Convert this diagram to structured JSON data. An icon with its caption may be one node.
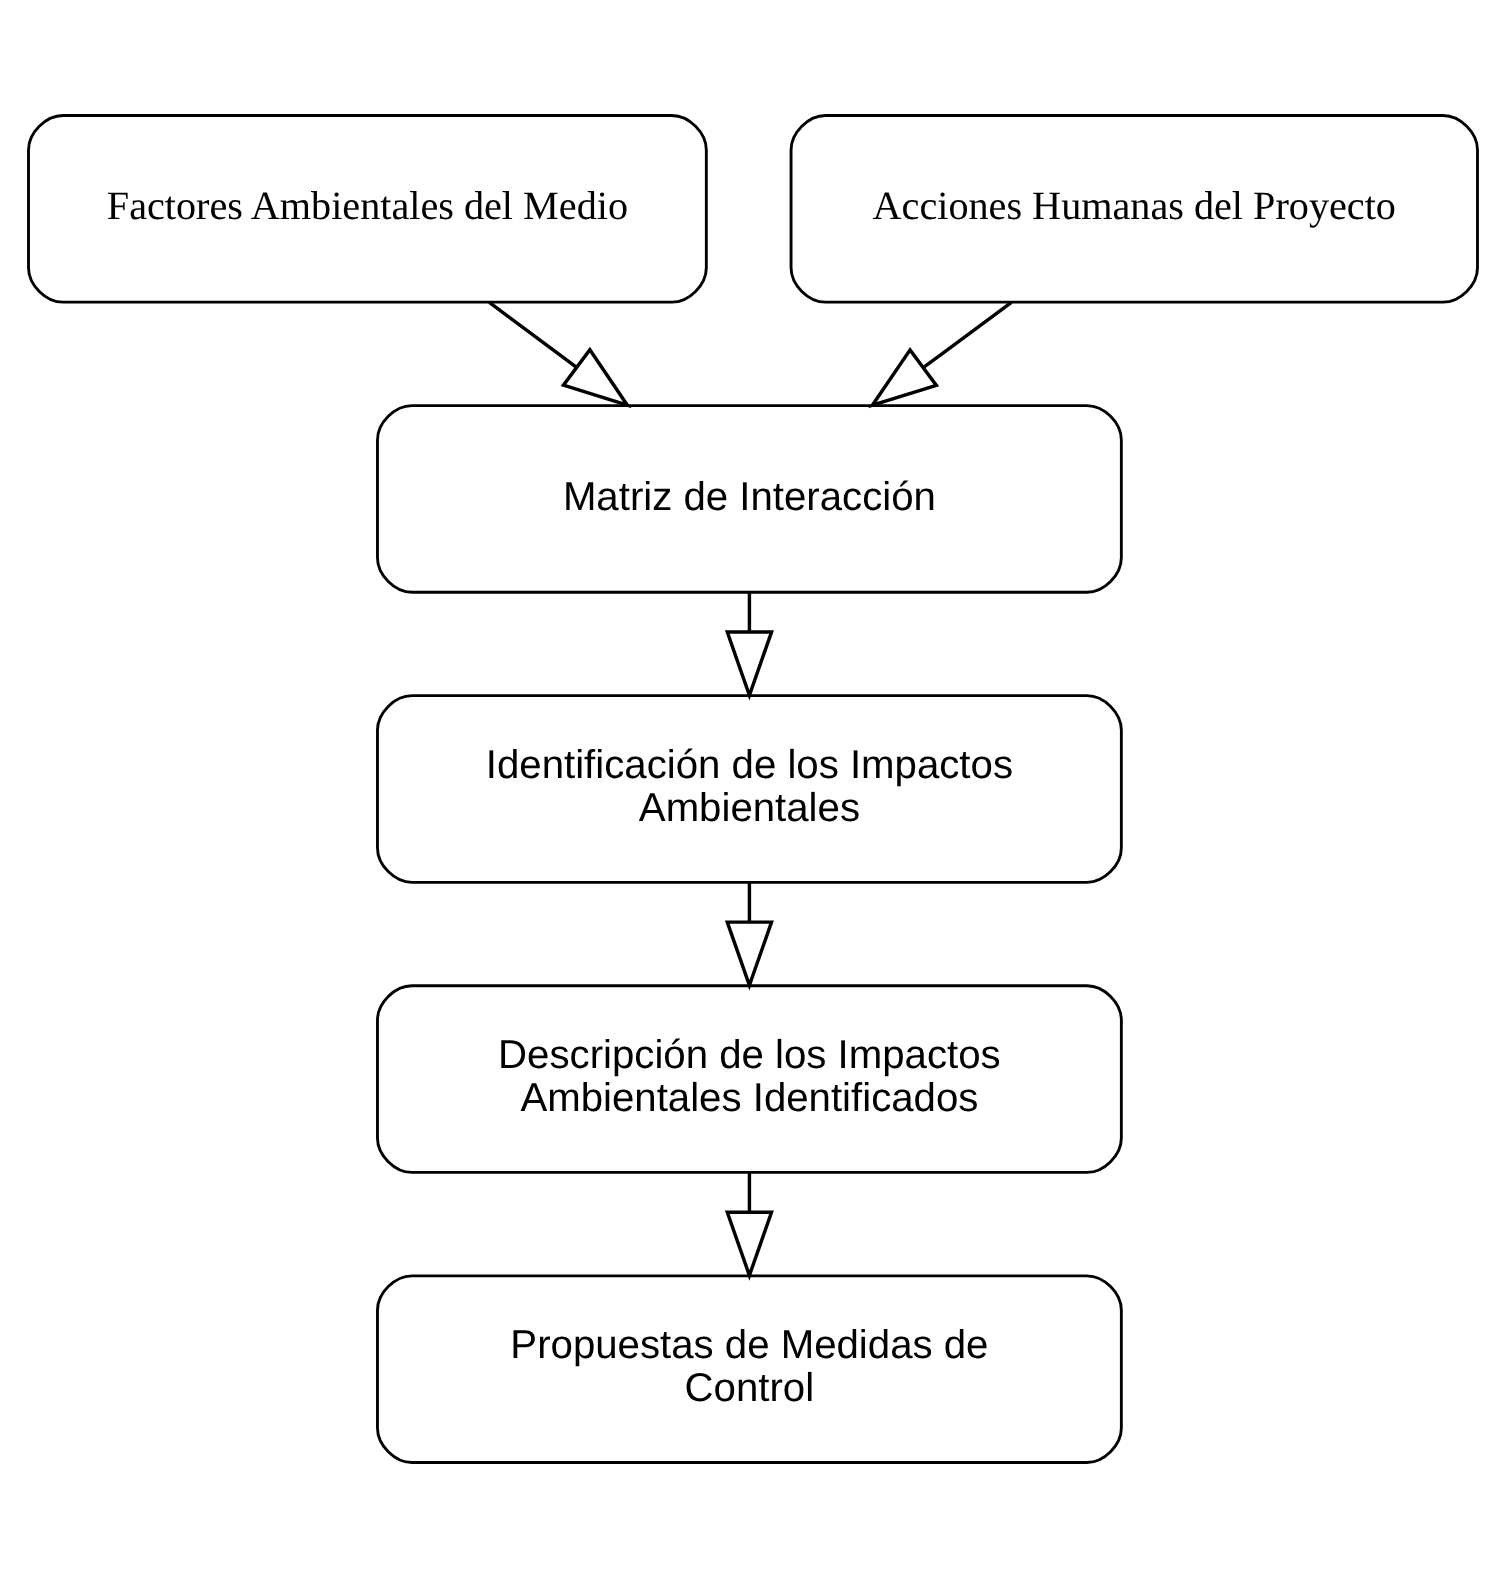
{
  "diagram": {
    "nodes": [
      {
        "text": [
          "Factores Ambientales del Medio"
        ]
      },
      {
        "text": [
          "Acciones Humanas del Proyecto"
        ]
      },
      {
        "text": [
          "Matriz de Interacción"
        ]
      },
      {
        "text": [
          "Identificación de los Impactos Ambientales"
        ]
      },
      {
        "text": [
          "Descripción de los Impactos Ambientales Identificados"
        ]
      },
      {
        "text": [
          "Propuestas de Medidas de Control"
        ]
      }
    ],
    "edges": [
      {
        "from": 0,
        "to": 2,
        "arrow": "to"
      },
      {
        "from": 1,
        "to": 2,
        "arrow": "to"
      },
      {
        "from": 2,
        "to": 3,
        "arrow": "to"
      },
      {
        "from": 3,
        "to": 4,
        "arrow": "to"
      },
      {
        "from": 4,
        "to": 5,
        "arrow": "to"
      }
    ]
  }
}
